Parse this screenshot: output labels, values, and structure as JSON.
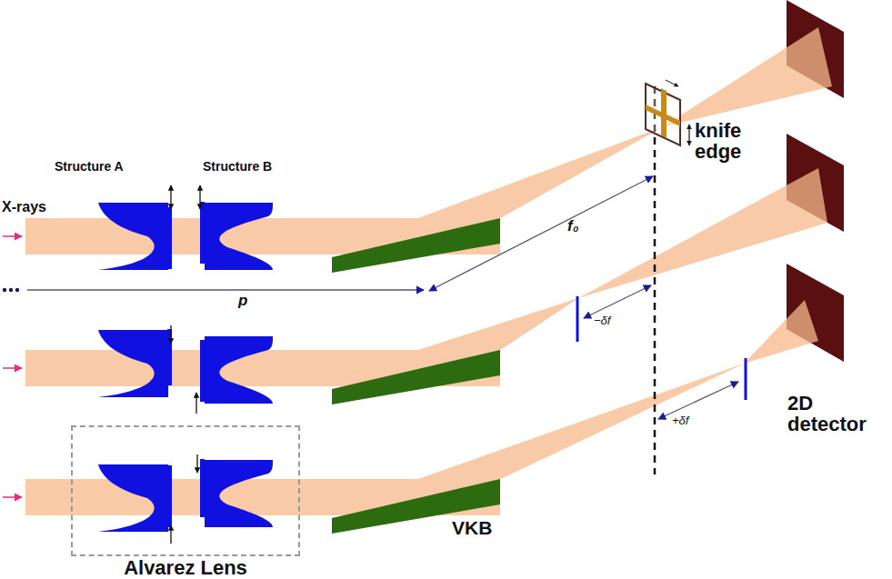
{
  "diagram": {
    "nodes": [
      {
        "text": [
          "Alvarez Lens"
        ]
      }
    ],
    "labels": [
      "Structure A",
      "Structure B",
      "X-rays",
      "p",
      "f₀",
      "knife edge",
      "−δf",
      "+δf",
      "2D detector",
      "VKB"
    ]
  }
}
